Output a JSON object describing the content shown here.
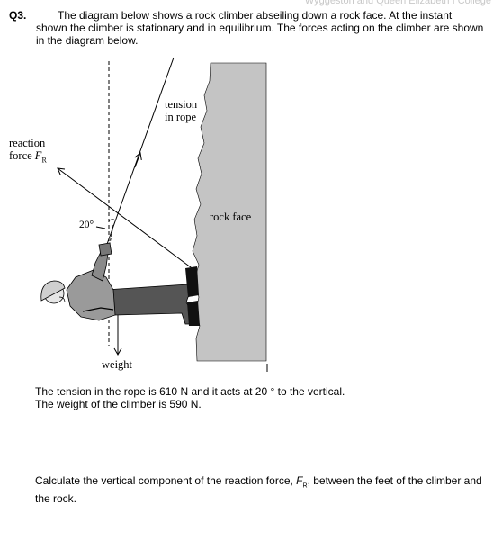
{
  "watermark": "Wyggeston and Queen Elizabeth I College",
  "question": {
    "number": "Q3.",
    "intro_first": "The diagram below shows a rock climber abseiling down a rock face. At the instant",
    "intro_rest": "shown the climber is stationary and in equilibrium. The forces acting on the climber are shown in the diagram below.",
    "given_line1": "The tension in the rope is 610 N and it acts at 20 ° to the vertical.",
    "given_line2": "The weight of the climber is 590 N.",
    "task_prefix": "Calculate the vertical component of the reaction force, ",
    "task_symbol": "F",
    "task_subscript": "R",
    "task_suffix": ", between the feet of the climber and the rock."
  },
  "diagram": {
    "tension_line1": "tension",
    "tension_line2": "in rope",
    "rock_label": "rock face",
    "reaction_line1": "reaction",
    "reaction_line2_prefix": "force ",
    "reaction_symbol": "F",
    "reaction_subscript": "R",
    "angle_label": "20°",
    "weight_label": "weight",
    "colors": {
      "rock": "#c4c4c4",
      "lines": "#000000",
      "jacket": "#9a9a9a",
      "trousers": "#555555"
    }
  }
}
